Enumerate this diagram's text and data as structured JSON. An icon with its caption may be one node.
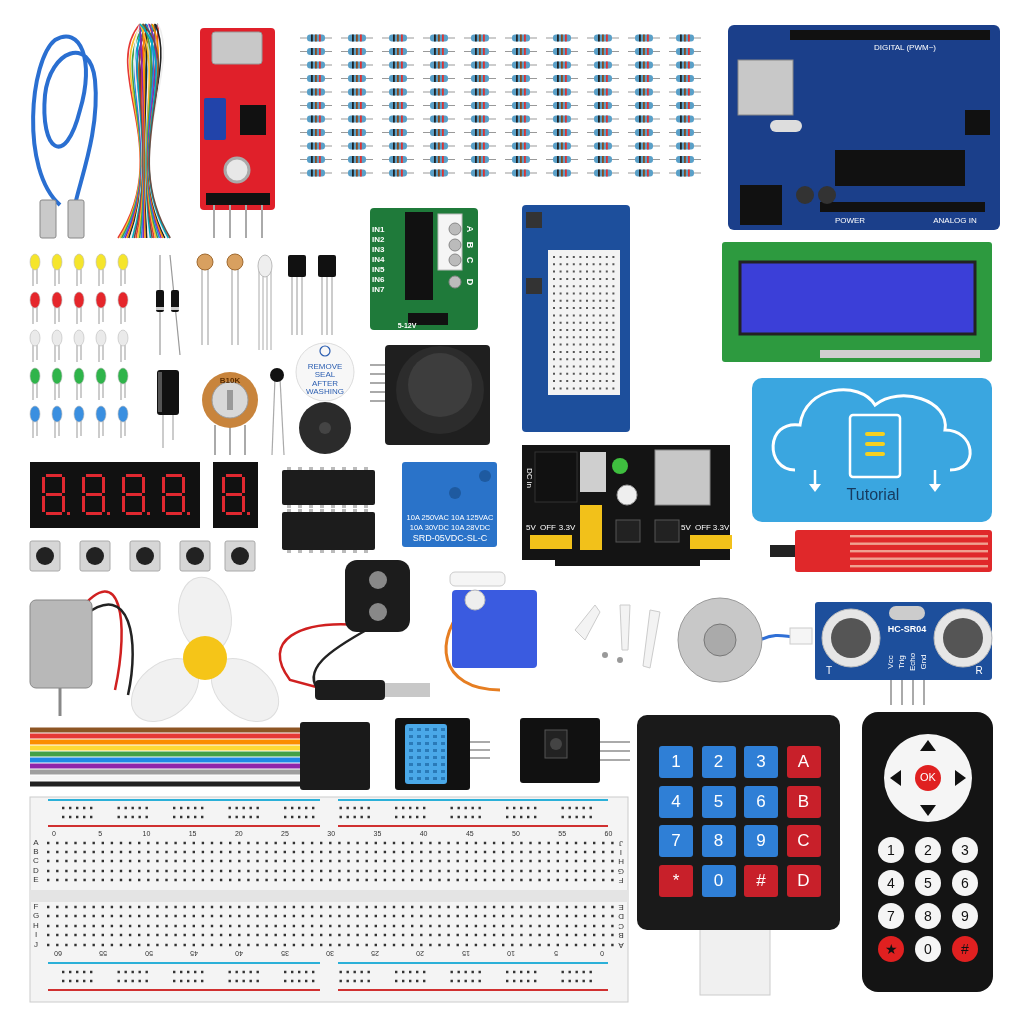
{
  "diagram": {
    "labels": [
      "IN1",
      "IN2",
      "IN3",
      "IN4",
      "IN5",
      "IN6",
      "IN7",
      "A",
      "B",
      "C",
      "D",
      "5-12V",
      "DIGITAL (PWM~)",
      "POWER",
      "ANALOG IN",
      "B10K",
      "REMOVE SEAL AFTER WASHING",
      "Tutorial",
      "10A 250VAC 10A 125VAC",
      "10A 30VDC 10A 28VDC",
      "SRD-05VDC-SL-C",
      "DC in",
      "5V",
      "OFF",
      "3.3V",
      "5V",
      "OFF",
      "3.3V",
      "HC-SR04",
      "Vcc",
      "Trig",
      "Echo",
      "Gnd",
      "T",
      "R",
      "1",
      "2",
      "3",
      "A",
      "4",
      "5",
      "6",
      "B",
      "7",
      "8",
      "9",
      "C",
      "*",
      "0",
      "#",
      "D",
      "OK",
      "1",
      "2",
      "3",
      "4",
      "5",
      "6",
      "7",
      "8",
      "9",
      "★",
      "0",
      "#",
      "0",
      "5",
      "10",
      "15",
      "20",
      "25",
      "30",
      "35",
      "40",
      "45",
      "50",
      "55",
      "60",
      "A",
      "J",
      "B",
      "I",
      "C",
      "H",
      "D",
      "G",
      "E",
      "F",
      "F",
      "E",
      "G",
      "D",
      "H",
      "C",
      "I",
      "B",
      "J",
      "A",
      "60",
      "55",
      "50",
      "45",
      "40",
      "35",
      "30",
      "25",
      "20",
      "15",
      "10",
      "5",
      "0"
    ]
  }
}
